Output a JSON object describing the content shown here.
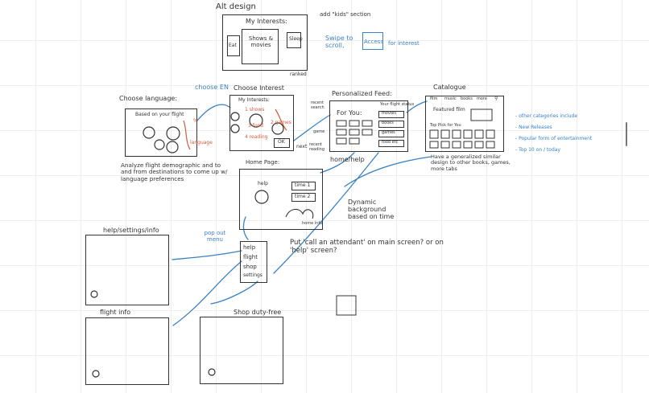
{
  "alt_design": {
    "title": "Alt design",
    "screen_title": "My Interests:",
    "left_tile": "Eat",
    "center_tile": "Shows & movies",
    "right_tile": "Sleep",
    "note_kids": "add \"kids\" section",
    "note_swipe": "Swipe to scroll,",
    "note_access": "Access",
    "note_for_interest": "for interest"
  },
  "language": {
    "title": "Choose language:",
    "card_text": "Based on your flight",
    "option_percent": "%",
    "option_language": "language",
    "note": "Analyze flight demographic and to and from destinations to come up w/ language preferences"
  },
  "choose_en": "choose EN",
  "interests": {
    "ranked_label": "ranked",
    "title": "Choose Interest",
    "screen_title": "My Interests:",
    "item_1": "1 shows",
    "item_2": "2 games",
    "item_3": "3 food",
    "item_4": "4 reading",
    "ok_button": "OK",
    "arrow_next": "next"
  },
  "feed": {
    "title": "Personalized Feed:",
    "for_you": "For You:",
    "side_header": "Your flight status",
    "tab_1": "movies",
    "tab_2": "books",
    "tab_3": "games",
    "tab_4": "food etc",
    "side_label_1": "recent search",
    "side_label_2": "game",
    "side_label_3": "recent reading",
    "home_help": "home/help"
  },
  "catalogue": {
    "title": "Catalogue",
    "nav_1": "film",
    "nav_2": "music",
    "nav_3": "books",
    "nav_4": "more",
    "featured_label": "Featured film",
    "row_label": "Top Pick for You",
    "note": "Have a generalized similar design to other books, games, more tabs",
    "bullet_1": "- other categories include",
    "bullet_2": "- New Releases",
    "bullet_3": "- Popular form of entertainment",
    "bullet_4": "- Top 10 on / today"
  },
  "home": {
    "title": "Home Page:",
    "help_label": "help",
    "time_1": "time 1",
    "time_2": "time 2",
    "bottom_info": "home info",
    "note_dynamic": "Dynamic background based on time",
    "note_attendant": "Put 'call an attendant' on main screen? or on 'help' screen?"
  },
  "popout": {
    "label": "pop out menu",
    "item_1": "help",
    "item_2": "flight",
    "item_3": "shop",
    "item_4": "settings"
  },
  "panels": {
    "help_settings_info": "help/settings/info",
    "flight_info": "flight info",
    "shop_duty_free": "Shop duty-free"
  },
  "colors": {
    "ink": "#333333",
    "annotation_blue": "#3b82c4",
    "annotation_red": "#d65a3a"
  }
}
